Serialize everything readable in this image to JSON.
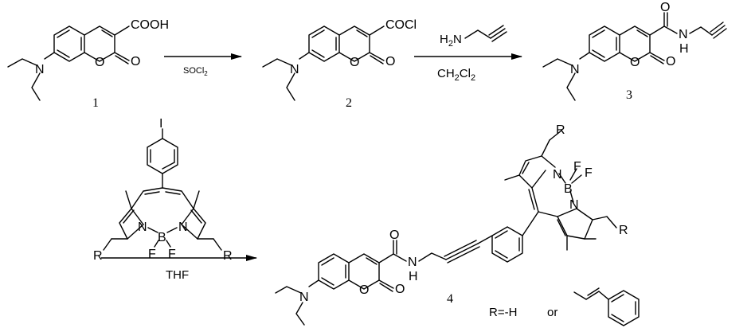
{
  "compounds": {
    "c1": {
      "number": "1",
      "group": "COOH"
    },
    "c2": {
      "number": "2",
      "group": "COCl"
    },
    "c3": {
      "number": "3"
    },
    "c4": {
      "number": "4"
    }
  },
  "atoms": {
    "N": "N",
    "O": "O",
    "H": "H",
    "B": "B",
    "F": "F",
    "I": "I",
    "R": "R"
  },
  "reagents": {
    "step1": {
      "cond": "SOCl",
      "sub": "2"
    },
    "step2": {
      "amine_h": "H",
      "amine_sub": "2",
      "amine_n": "N",
      "solvent": "CH",
      "solvent_sub": "2",
      "solvent_cl": "Cl",
      "solvent_sub2": "2"
    },
    "step3": {
      "solvent": "THF"
    }
  },
  "r_group": {
    "text": "R=-H",
    "or": "or"
  }
}
